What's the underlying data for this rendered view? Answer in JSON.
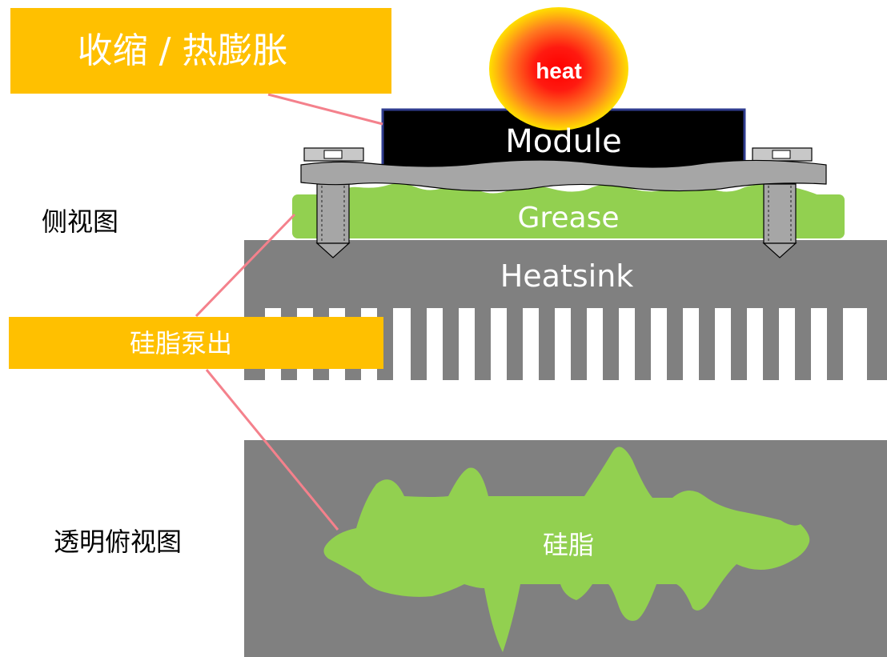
{
  "labels": {
    "shrink_expand": "收缩 / 热膨胀",
    "heat": "heat",
    "module": "Module",
    "grease": "Grease",
    "heatsink": "Heatsink",
    "side_view": "侧视图",
    "pump_out": "硅脂泵出",
    "top_view": "透明俯视图",
    "grease_cn": "硅脂"
  },
  "colors": {
    "callout": "#ffc000",
    "grease": "#92d050",
    "heatsink": "#808080",
    "module": "#000000",
    "module_border": "#2f3c8f",
    "bracket": "#a6a6a6",
    "leader": "#f4818c"
  }
}
